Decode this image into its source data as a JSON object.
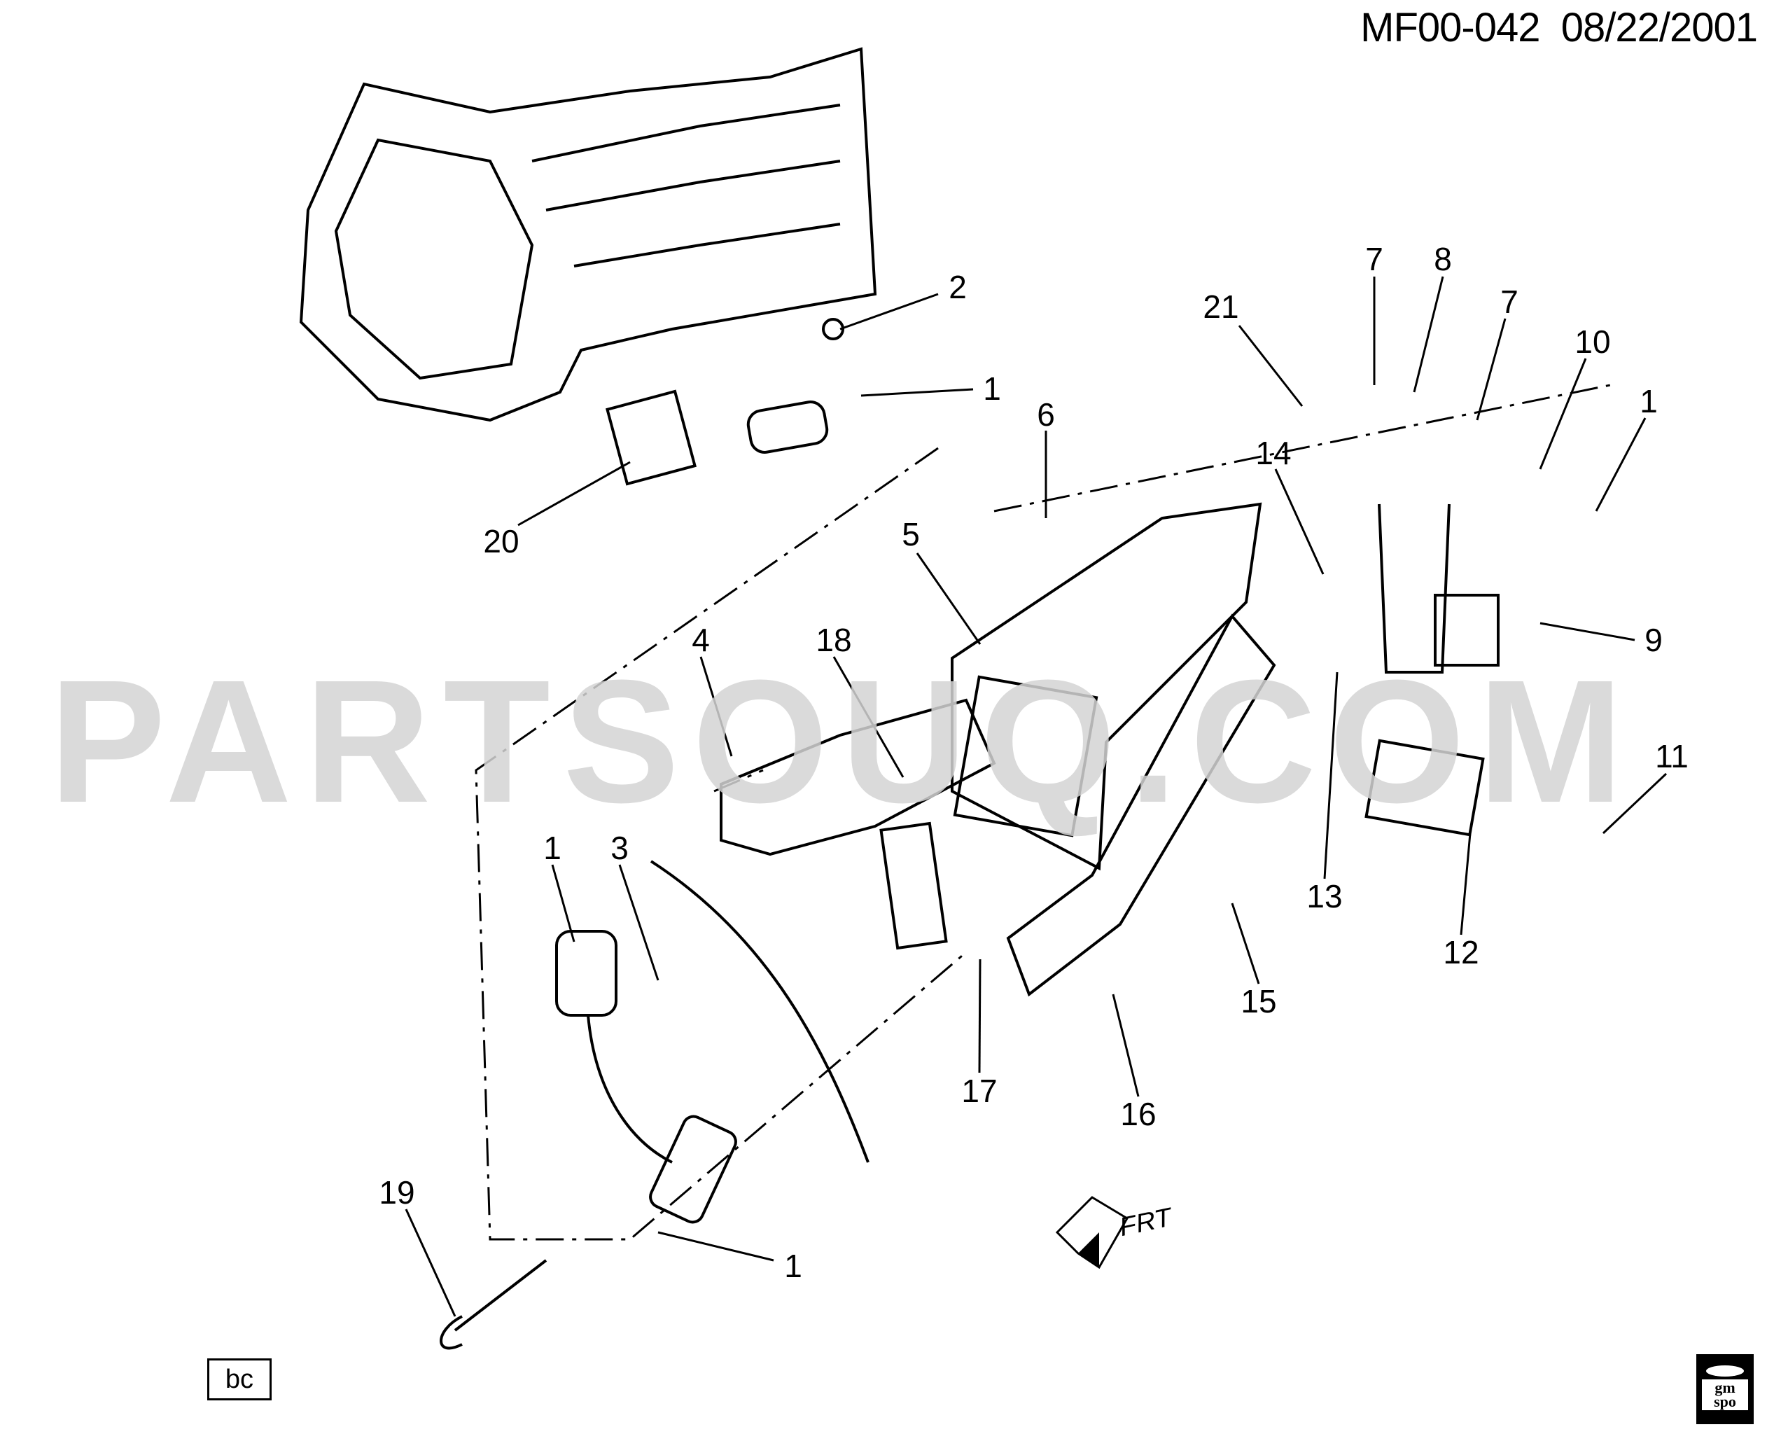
{
  "header": {
    "code": "MF00-042",
    "date": "08/22/2001"
  },
  "watermark": "PARTSOUQ.COM",
  "callouts": [
    {
      "id": "2",
      "text": "2"
    },
    {
      "id": "1a",
      "text": "1"
    },
    {
      "id": "20",
      "text": "20"
    },
    {
      "id": "6",
      "text": "6"
    },
    {
      "id": "5",
      "text": "5"
    },
    {
      "id": "21",
      "text": "21"
    },
    {
      "id": "7a",
      "text": "7"
    },
    {
      "id": "8",
      "text": "8"
    },
    {
      "id": "7b",
      "text": "7"
    },
    {
      "id": "10",
      "text": "10"
    },
    {
      "id": "1b",
      "text": "1"
    },
    {
      "id": "14",
      "text": "14"
    },
    {
      "id": "9",
      "text": "9"
    },
    {
      "id": "4",
      "text": "4"
    },
    {
      "id": "18",
      "text": "18"
    },
    {
      "id": "11",
      "text": "11"
    },
    {
      "id": "13",
      "text": "13"
    },
    {
      "id": "12",
      "text": "12"
    },
    {
      "id": "15",
      "text": "15"
    },
    {
      "id": "1c",
      "text": "1"
    },
    {
      "id": "3",
      "text": "3"
    },
    {
      "id": "17",
      "text": "17"
    },
    {
      "id": "16",
      "text": "16"
    },
    {
      "id": "19",
      "text": "19"
    },
    {
      "id": "1d",
      "text": "1"
    }
  ],
  "direction_indicator": "FRT",
  "footer": {
    "code_box": "bc",
    "logo": "gm spo"
  }
}
